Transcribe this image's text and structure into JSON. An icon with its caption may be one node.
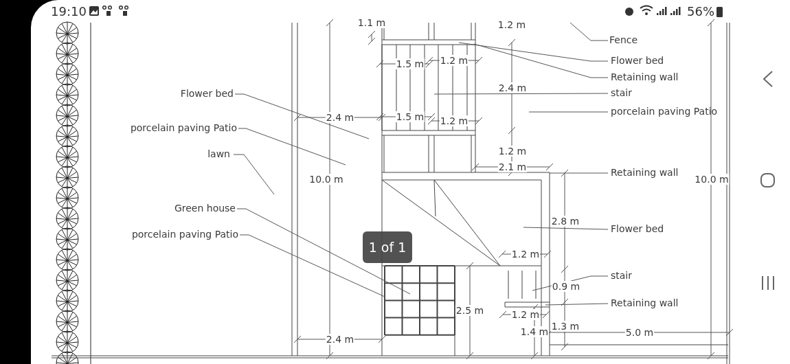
{
  "diagram": {
    "nodes": [
      {
        "text": [
          "Fence"
        ]
      },
      {
        "text": [
          "Flower bed"
        ]
      },
      {
        "text": [
          "Retaining wall"
        ]
      },
      {
        "text": [
          "Flower bed"
        ]
      },
      {
        "text": [
          "stair"
        ]
      },
      {
        "text": [
          "porcelain paving Patio"
        ]
      },
      {
        "text": [
          "porcelain paving Patio"
        ]
      },
      {
        "text": [
          "lawn"
        ]
      },
      {
        "text": [
          "Retaining wall"
        ]
      },
      {
        "text": [
          "Green house"
        ]
      },
      {
        "text": [
          "Flower bed"
        ]
      },
      {
        "text": [
          "porcelain paving Patio"
        ]
      },
      {
        "text": [
          "stair"
        ]
      },
      {
        "text": [
          "Retaining wall"
        ]
      }
    ],
    "edges": [
      {
        "from": 0,
        "to": null,
        "arrow": "none"
      },
      {
        "from": 1,
        "to": null,
        "arrow": "none"
      },
      {
        "from": 2,
        "to": null,
        "arrow": "none"
      },
      {
        "from": 3,
        "to": null,
        "arrow": "none"
      },
      {
        "from": 4,
        "to": null,
        "arrow": "none"
      },
      {
        "from": 5,
        "to": null,
        "arrow": "none"
      },
      {
        "from": 6,
        "to": null,
        "arrow": "none"
      },
      {
        "from": 7,
        "to": null,
        "arrow": "none"
      },
      {
        "from": 8,
        "to": null,
        "arrow": "none"
      },
      {
        "from": 9,
        "to": null,
        "arrow": "none"
      },
      {
        "from": 10,
        "to": null,
        "arrow": "none"
      },
      {
        "from": 11,
        "to": null,
        "arrow": "none"
      },
      {
        "from": 12,
        "to": null,
        "arrow": "none"
      },
      {
        "from": 13,
        "to": null,
        "arrow": "none"
      }
    ],
    "labels": [
      "19:10",
      "56%",
      "1.1 m",
      "1.2 m",
      "1.5 m",
      "1.2 m",
      "2.4 m",
      "2.4 m",
      "1.5 m",
      "1.2 m",
      "1.2 m",
      "2.1 m",
      "10.0 m",
      "10.0 m",
      "2.8 m",
      "1 of 1",
      "1.2 m",
      "0.9 m",
      "2.5 m",
      "1.2 m",
      "1.4 m",
      "1.3 m",
      "2.4 m",
      "5.0 m"
    ]
  }
}
